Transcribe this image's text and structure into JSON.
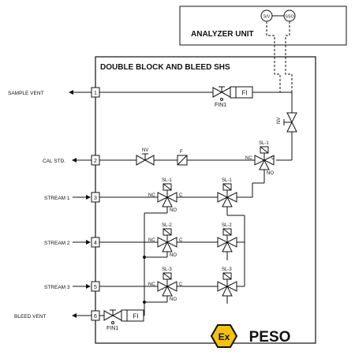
{
  "analyzer": {
    "title": "ANALYZER UNIT",
    "sv": "S/V",
    "sso": "SSO"
  },
  "main": {
    "title": "DOUBLE BLOCK AND BLEED SHS"
  },
  "ports": [
    {
      "num": "1",
      "label": "SAMPLE VENT"
    },
    {
      "num": "2",
      "label": "CAL STD."
    },
    {
      "num": "3",
      "label": "STREAM 1"
    },
    {
      "num": "4",
      "label": "STREAM 2"
    },
    {
      "num": "5",
      "label": "STREAM 3"
    },
    {
      "num": "6",
      "label": "BLEED VENT"
    }
  ],
  "labels": {
    "fi": "FI",
    "fin1": "FIN1",
    "nv": "NV",
    "f": "F",
    "nc": "NC",
    "c": "C",
    "no": "NO",
    "sl1": "SL-1",
    "sl2": "SL-2",
    "sl3": "SL-3"
  },
  "brand": {
    "name": "PESO",
    "ex_mark": "Ex",
    "color": "#f2c20c"
  }
}
